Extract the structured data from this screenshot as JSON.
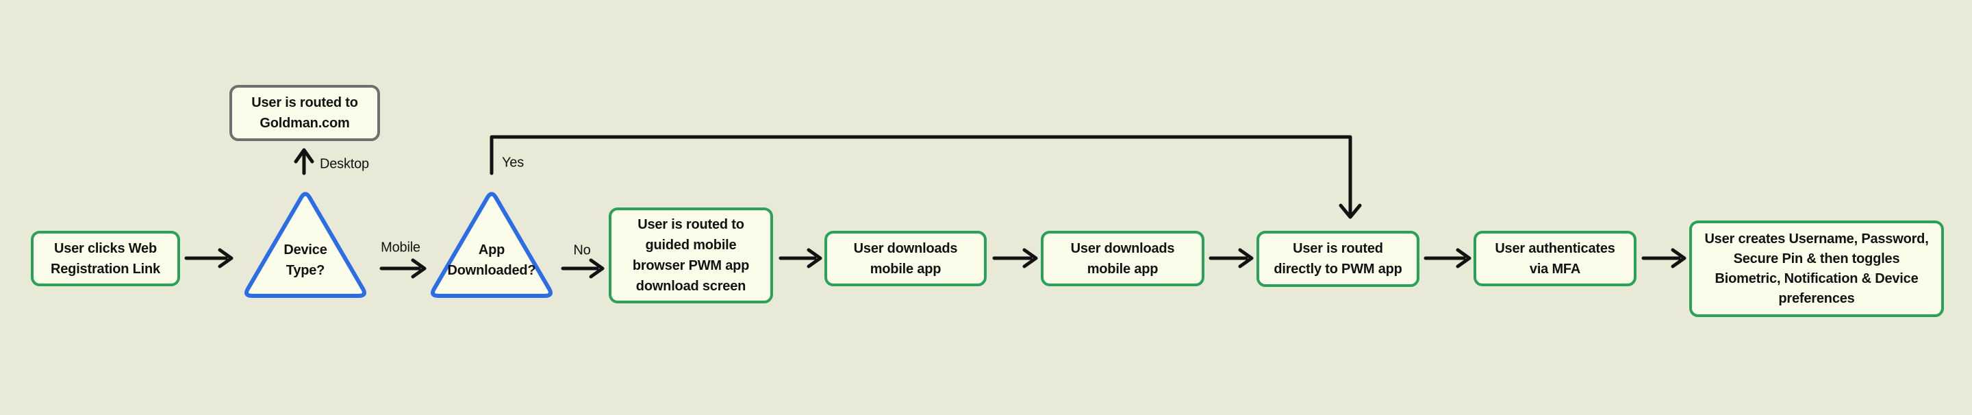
{
  "diagram": {
    "background": "#e8e9d6",
    "node_fill": "#fbfcea",
    "border_green": "#2aa158",
    "border_gray": "#6e7070",
    "border_blue": "#2b6de4",
    "connector_color": "#121212",
    "nodes": {
      "web_reg": {
        "label": "User clicks Web\nRegistration Link"
      },
      "goldman": {
        "label": "User is routed to\nGoldman.com"
      },
      "device_type": {
        "label": "Device\nType?"
      },
      "app_downloaded": {
        "label": "App\nDownloaded?"
      },
      "guided": {
        "label": "User is routed to\nguided mobile\nbrowser PWM app\ndownload screen"
      },
      "download1": {
        "label": "User downloads\nmobile app"
      },
      "download2": {
        "label": "User downloads\nmobile app"
      },
      "pwm": {
        "label": "User is routed\ndirectly to PWM app"
      },
      "mfa": {
        "label": "User authenticates\nvia MFA"
      },
      "prefs": {
        "label": "User creates Username, Password,\nSecure Pin & then toggles\nBiometric,  Notification & Device\npreferences"
      }
    },
    "edge_labels": {
      "desktop": "Desktop",
      "mobile": "Mobile",
      "yes": "Yes",
      "no": "No"
    }
  }
}
